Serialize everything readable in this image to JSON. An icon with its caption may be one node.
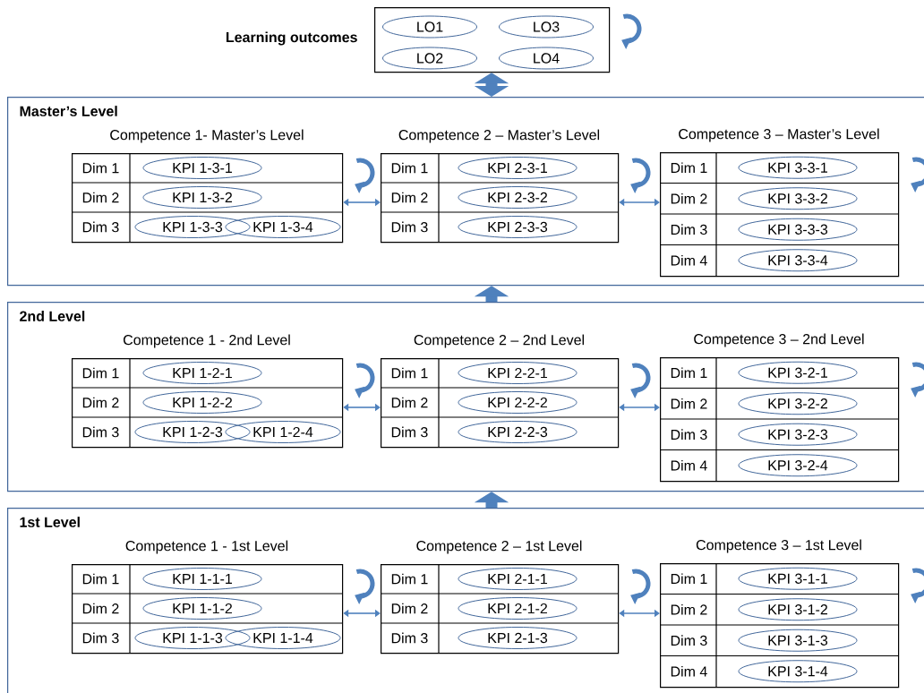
{
  "diagram": {
    "nodes": [
      {
        "text": [
          "Learning outcomes"
        ]
      },
      {
        "text": [
          "LO1"
        ],
        "in": 0
      },
      {
        "text": [
          "LO3"
        ],
        "in": 0
      },
      {
        "text": [
          "LO2"
        ],
        "in": 0
      },
      {
        "text": [
          "LO4"
        ],
        "in": 0
      },
      {
        "text": [
          "Master’s Level"
        ]
      },
      {
        "text": [
          "Competence 1- Master’s Level",
          "Dim 1",
          "Dim 2",
          "Dim 3"
        ],
        "in": 5
      },
      {
        "text": [
          "KPI 1-3-1"
        ],
        "in": 6
      },
      {
        "text": [
          "KPI 1-3-2"
        ],
        "in": 6
      },
      {
        "text": [
          "KPI 1-3-3"
        ],
        "in": 6
      },
      {
        "text": [
          "KPI 1-3-4"
        ],
        "in": 6
      },
      {
        "text": [
          "Competence 2 – Master’s Level",
          "Dim 1",
          "Dim 2",
          "Dim 3"
        ],
        "in": 5
      },
      {
        "text": [
          "KPI 2-3-1"
        ],
        "in": 11
      },
      {
        "text": [
          "KPI 2-3-2"
        ],
        "in": 11
      },
      {
        "text": [
          "KPI 2-3-3"
        ],
        "in": 11
      },
      {
        "text": [
          "Competence 3 – Master’s Level",
          "Dim 1",
          "Dim 2",
          "Dim 3",
          "Dim 4"
        ],
        "in": 5
      },
      {
        "text": [
          "KPI 3-3-1"
        ],
        "in": 15
      },
      {
        "text": [
          "KPI 3-3-2"
        ],
        "in": 15
      },
      {
        "text": [
          "KPI 3-3-3"
        ],
        "in": 15
      },
      {
        "text": [
          "KPI 3-3-4"
        ],
        "in": 15
      },
      {
        "text": [
          "2nd Level"
        ]
      },
      {
        "text": [
          "Competence 1 - 2nd Level",
          "Dim 1",
          "Dim 2",
          "Dim 3"
        ],
        "in": 20
      },
      {
        "text": [
          "KPI 1-2-1"
        ],
        "in": 21
      },
      {
        "text": [
          "KPI 1-2-2"
        ],
        "in": 21
      },
      {
        "text": [
          "KPI 1-2-3"
        ],
        "in": 21
      },
      {
        "text": [
          "KPI 1-2-4"
        ],
        "in": 21
      },
      {
        "text": [
          "Competence 2 – 2nd Level",
          "Dim 1",
          "Dim 2",
          "Dim 3"
        ],
        "in": 20
      },
      {
        "text": [
          "KPI 2-2-1"
        ],
        "in": 26
      },
      {
        "text": [
          "KPI 2-2-2"
        ],
        "in": 26
      },
      {
        "text": [
          "KPI 2-2-3"
        ],
        "in": 26
      },
      {
        "text": [
          "Competence 3 – 2nd Level",
          "Dim 1",
          "Dim 2",
          "Dim 3",
          "Dim 4"
        ],
        "in": 20
      },
      {
        "text": [
          "KPI 3-2-1"
        ],
        "in": 30
      },
      {
        "text": [
          "KPI 3-2-2"
        ],
        "in": 30
      },
      {
        "text": [
          "KPI 3-2-3"
        ],
        "in": 30
      },
      {
        "text": [
          "KPI 3-2-4"
        ],
        "in": 30
      },
      {
        "text": [
          "1st Level"
        ]
      },
      {
        "text": [
          "Competence 1 - 1st Level",
          "Dim 1",
          "Dim 2",
          "Dim 3"
        ],
        "in": 35
      },
      {
        "text": [
          "KPI 1-1-1"
        ],
        "in": 36
      },
      {
        "text": [
          "KPI 1-1-2"
        ],
        "in": 36
      },
      {
        "text": [
          "KPI 1-1-3"
        ],
        "in": 36
      },
      {
        "text": [
          "KPI 1-1-4"
        ],
        "in": 36
      },
      {
        "text": [
          "Competence 2 – 1st Level",
          "Dim 1",
          "Dim 2",
          "Dim 3"
        ],
        "in": 35
      },
      {
        "text": [
          "KPI 2-1-1"
        ],
        "in": 41
      },
      {
        "text": [
          "KPI 2-1-2"
        ],
        "in": 41
      },
      {
        "text": [
          "KPI 2-1-3"
        ],
        "in": 41
      },
      {
        "text": [
          "Competence 3 – 1st Level",
          "Dim 1",
          "Dim 2",
          "Dim 3",
          "Dim 4"
        ],
        "in": 35
      },
      {
        "text": [
          "KPI 3-1-1"
        ],
        "in": 45
      },
      {
        "text": [
          "KPI 3-1-2"
        ],
        "in": 45
      },
      {
        "text": [
          "KPI 3-1-3"
        ],
        "in": 45
      },
      {
        "text": [
          "KPI 3-1-4"
        ],
        "in": 45
      }
    ],
    "edges": [
      {
        "from": 0,
        "to": 5,
        "arrow": "both",
        "style": "thick"
      },
      {
        "from": 6,
        "to": 11,
        "arrow": "both"
      },
      {
        "from": 11,
        "to": 15,
        "arrow": "both"
      },
      {
        "from": 20,
        "to": 5,
        "arrow": "to",
        "style": "thick"
      },
      {
        "from": 21,
        "to": 26,
        "arrow": "both"
      },
      {
        "from": 26,
        "to": 30,
        "arrow": "both"
      },
      {
        "from": 35,
        "to": 20,
        "arrow": "to",
        "style": "thick"
      },
      {
        "from": 36,
        "to": 41,
        "arrow": "both"
      },
      {
        "from": 41,
        "to": 45,
        "arrow": "both"
      }
    ]
  }
}
